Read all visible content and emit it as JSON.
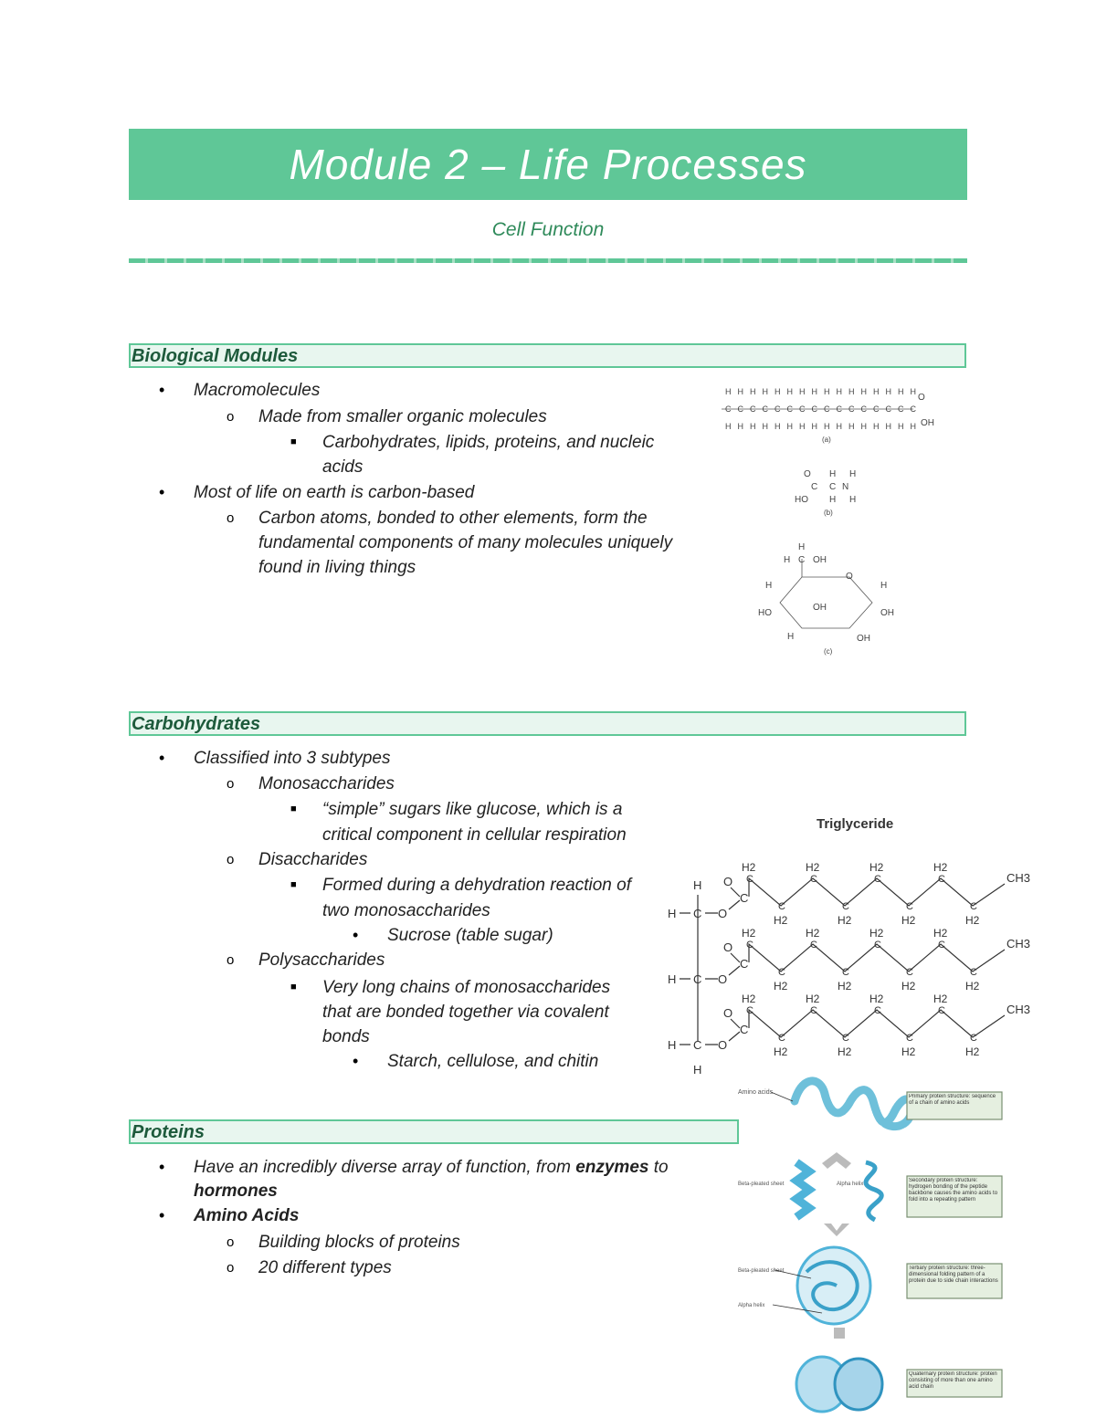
{
  "header": {
    "title": "Module 2 – Life Processes",
    "subtitle": "Cell Function"
  },
  "sections": {
    "bio": {
      "heading": "Biological Modules",
      "items": [
        "Macromolecules",
        "Made from smaller organic molecules",
        "Carbohydrates, lipids, proteins, and nucleic",
        "acids",
        "Most of life on earth is carbon-based",
        "Carbon atoms, bonded to other elements, form the",
        "fundamental components of many molecules uniquely",
        "found in living things"
      ]
    },
    "carbs": {
      "heading": "Carbohydrates",
      "items": [
        "Classified into 3 subtypes",
        "Monosaccharides",
        "“simple” sugars like glucose, which is a",
        "critical component in cellular respiration",
        "Disaccharides",
        "Formed during a dehydration reaction of",
        "two monosaccharides",
        "Sucrose (table sugar)",
        "Polysaccharides",
        "Very long chains of monosaccharides",
        "that are bonded together via covalent",
        "bonds",
        "Starch, cellulose, and chitin"
      ]
    },
    "proteins": {
      "heading": "Proteins",
      "line1_a": "Have an incredibly diverse array of function, from ",
      "line1_b": "enzymes",
      "line1_c": " to",
      "line2": "hormones",
      "amino": "Amino Acids",
      "sub1": "Building blocks of proteins",
      "sub2": "20 different types"
    }
  },
  "figures": {
    "molecules": {
      "label_a": "(a)",
      "label_b": "(b)",
      "label_c": "(c)",
      "atoms": {
        "H": "H",
        "C": "C",
        "O": "O",
        "N": "N",
        "OH": "OH",
        "HO": "HO"
      }
    },
    "triglyceride": {
      "title": "Triglyceride",
      "ch3": "CH3",
      "h2": "H2"
    },
    "protein_structure": {
      "amino_acids_label": "Amino acids",
      "beta_label": "Beta-pleated sheet",
      "alpha_label": "Alpha helix",
      "beta_label_2": "Beta-pleated sheet",
      "alpha_label_2": "Alpha helix",
      "primary": "Primary protein structure: sequence of a chain of amino acids",
      "secondary": "Secondary protein structure: hydrogen bonding of the peptide backbone causes the amino acids to fold into a repeating pattern",
      "tertiary": "Tertiary protein structure: three-dimensional folding pattern of a protein due to side chain interactions",
      "quaternary": "Quaternary protein structure: protein consisting of more than one amino acid chain"
    }
  }
}
